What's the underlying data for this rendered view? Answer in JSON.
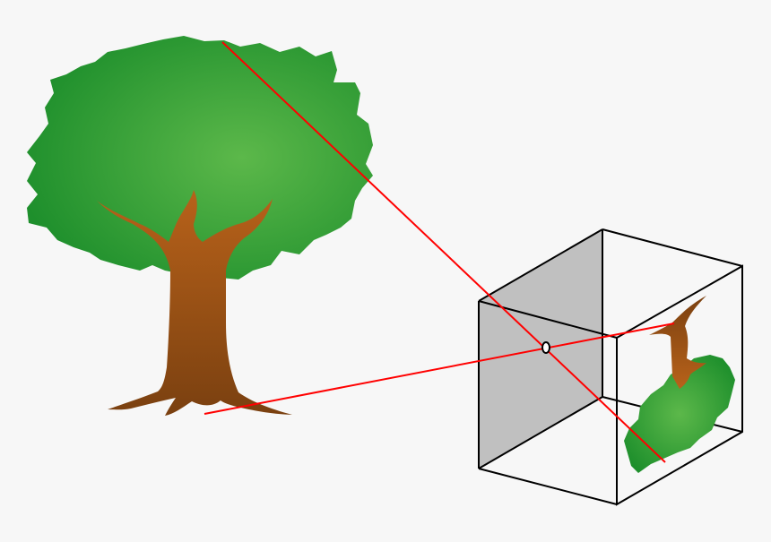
{
  "diagram": {
    "background": "#f7f7f7",
    "colors": {
      "foliage_center": "#5cb84a",
      "foliage_edge": "#1e8f2c",
      "trunk_light": "#b8621a",
      "trunk_dark": "#7a4010",
      "box_back_panel": "#c0c0c0",
      "box_edge": "#000000",
      "light_ray": "#ff0000"
    },
    "elements": {
      "object": "tree",
      "camera": "pinhole-box",
      "aperture": "pinhole",
      "projection": "inverted-tree-image",
      "rays": [
        "ray-treetop-to-bottom",
        "ray-treebase-to-top"
      ]
    }
  }
}
